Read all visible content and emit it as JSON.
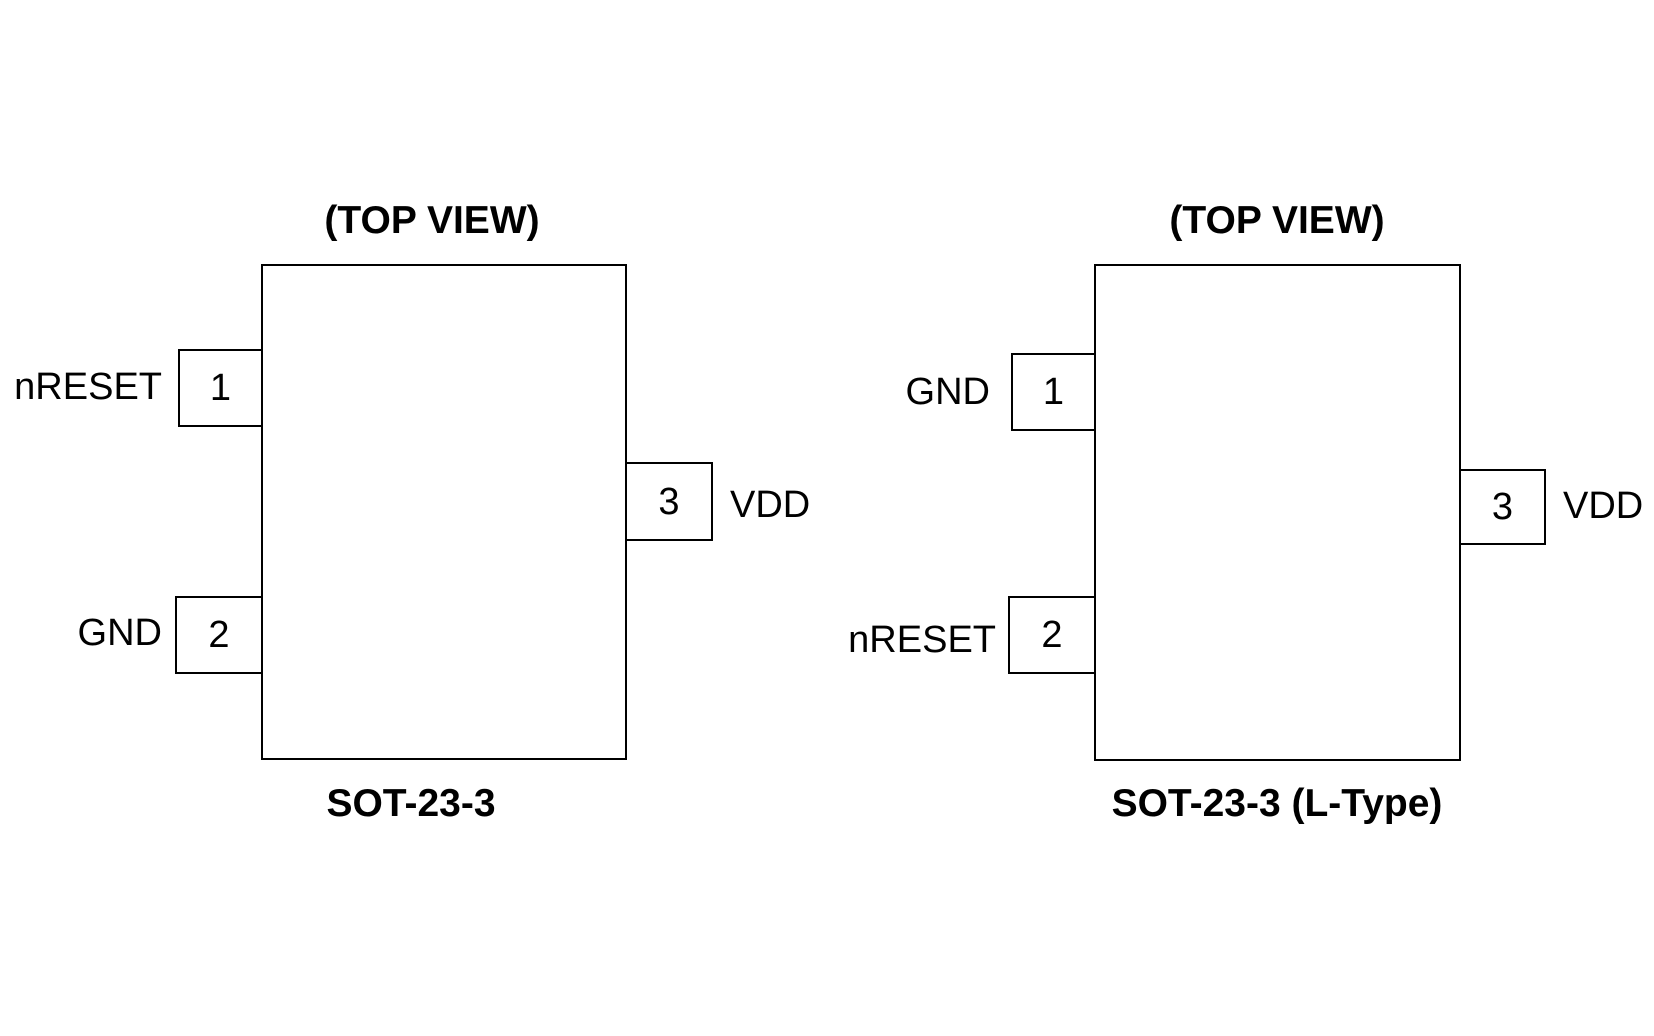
{
  "packages": [
    {
      "view_label": "(TOP VIEW)",
      "name": "SOT-23-3",
      "pins": [
        {
          "number": "1",
          "signal": "nRESET"
        },
        {
          "number": "2",
          "signal": "GND"
        },
        {
          "number": "3",
          "signal": "VDD"
        }
      ]
    },
    {
      "view_label": "(TOP VIEW)",
      "name": "SOT-23-3 (L-Type)",
      "pins": [
        {
          "number": "1",
          "signal": "GND"
        },
        {
          "number": "2",
          "signal": "nRESET"
        },
        {
          "number": "3",
          "signal": "VDD"
        }
      ]
    }
  ]
}
